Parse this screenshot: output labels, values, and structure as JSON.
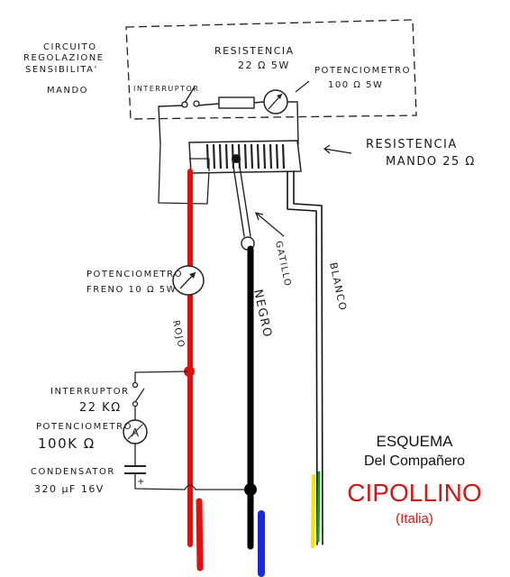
{
  "labels": {
    "circuit_block": [
      "CIRCUITO",
      "REGOLAZIONE",
      "SENSIBILITA'",
      "MANDO"
    ],
    "interruptor_top": "INTERRUPTOR",
    "resistor_top": [
      "RESISTENCIA",
      "22 Ω  5W"
    ],
    "pot_top": [
      "POTENCIOMETRO",
      "100 Ω  5W"
    ],
    "resistencia_mando": [
      "RESISTENCIA",
      "MANDO  25 Ω"
    ],
    "gatillo": "GATILLO",
    "pot_freno": [
      "POTENCIOMETRO",
      "FRENO 10 Ω  5W"
    ],
    "rojo": "ROJO",
    "negro": "NEGRO",
    "blanco": "BLANCO",
    "interruptor_low": "INTERRUPTOR",
    "res_22k": "22 KΩ",
    "pot_100k": [
      "POTENCIOMETRO",
      "100K Ω"
    ],
    "condensator": [
      "CONDENSATOR",
      "320 μF 16V"
    ],
    "plus_sign": "+"
  },
  "title": {
    "line1": "ESQUEMA",
    "line2": "Del Compañero",
    "line3": "CIPOLLINO",
    "line4": "(Italia)"
  },
  "colors": {
    "red_wire": "#e01010",
    "black_wire": "#000000",
    "blue_lead": "#1a2bd6",
    "yellow_lead": "#f2e600",
    "green_lead": "#1aa31a",
    "title_red": "#d01818"
  }
}
